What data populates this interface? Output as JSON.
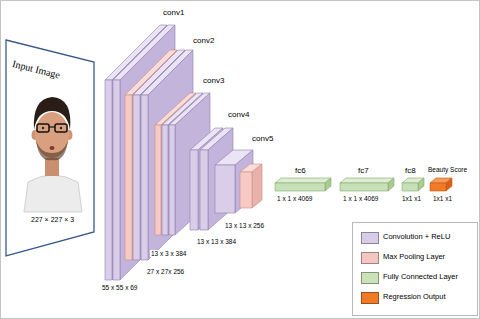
{
  "diagram": {
    "nodes": [
      {
        "text": [
          "Input Image",
          "227 × 227 × 3"
        ]
      },
      {
        "text": [
          "conv1",
          "55 x 55 x 69"
        ]
      },
      {
        "text": [
          "conv2",
          "27 x 27x 256"
        ]
      },
      {
        "text": [
          "conv3",
          "13 x 3 x 384"
        ]
      },
      {
        "text": [
          "conv4",
          "13 x 13 x 384"
        ]
      },
      {
        "text": [
          "conv5",
          "13 x 13 x 256"
        ]
      },
      {
        "text": [
          "fc6",
          "1 x 1 x 4069"
        ]
      },
      {
        "text": [
          "fc7",
          "1 x 1 x 4069"
        ]
      },
      {
        "text": [
          "fc8",
          "1x1 x1"
        ]
      },
      {
        "text": [
          "Beauty Score",
          "1x1 x1"
        ]
      }
    ],
    "legend": [
      {
        "text": "Convolution + ReLU",
        "color": "#d8cce9"
      },
      {
        "text": "Max Pooling Layer",
        "color": "#f5c6c1"
      },
      {
        "text": "Fully Connected Layer",
        "color": "#c9e2b8"
      },
      {
        "text": "Regression Output",
        "color": "#f07a26"
      }
    ]
  }
}
